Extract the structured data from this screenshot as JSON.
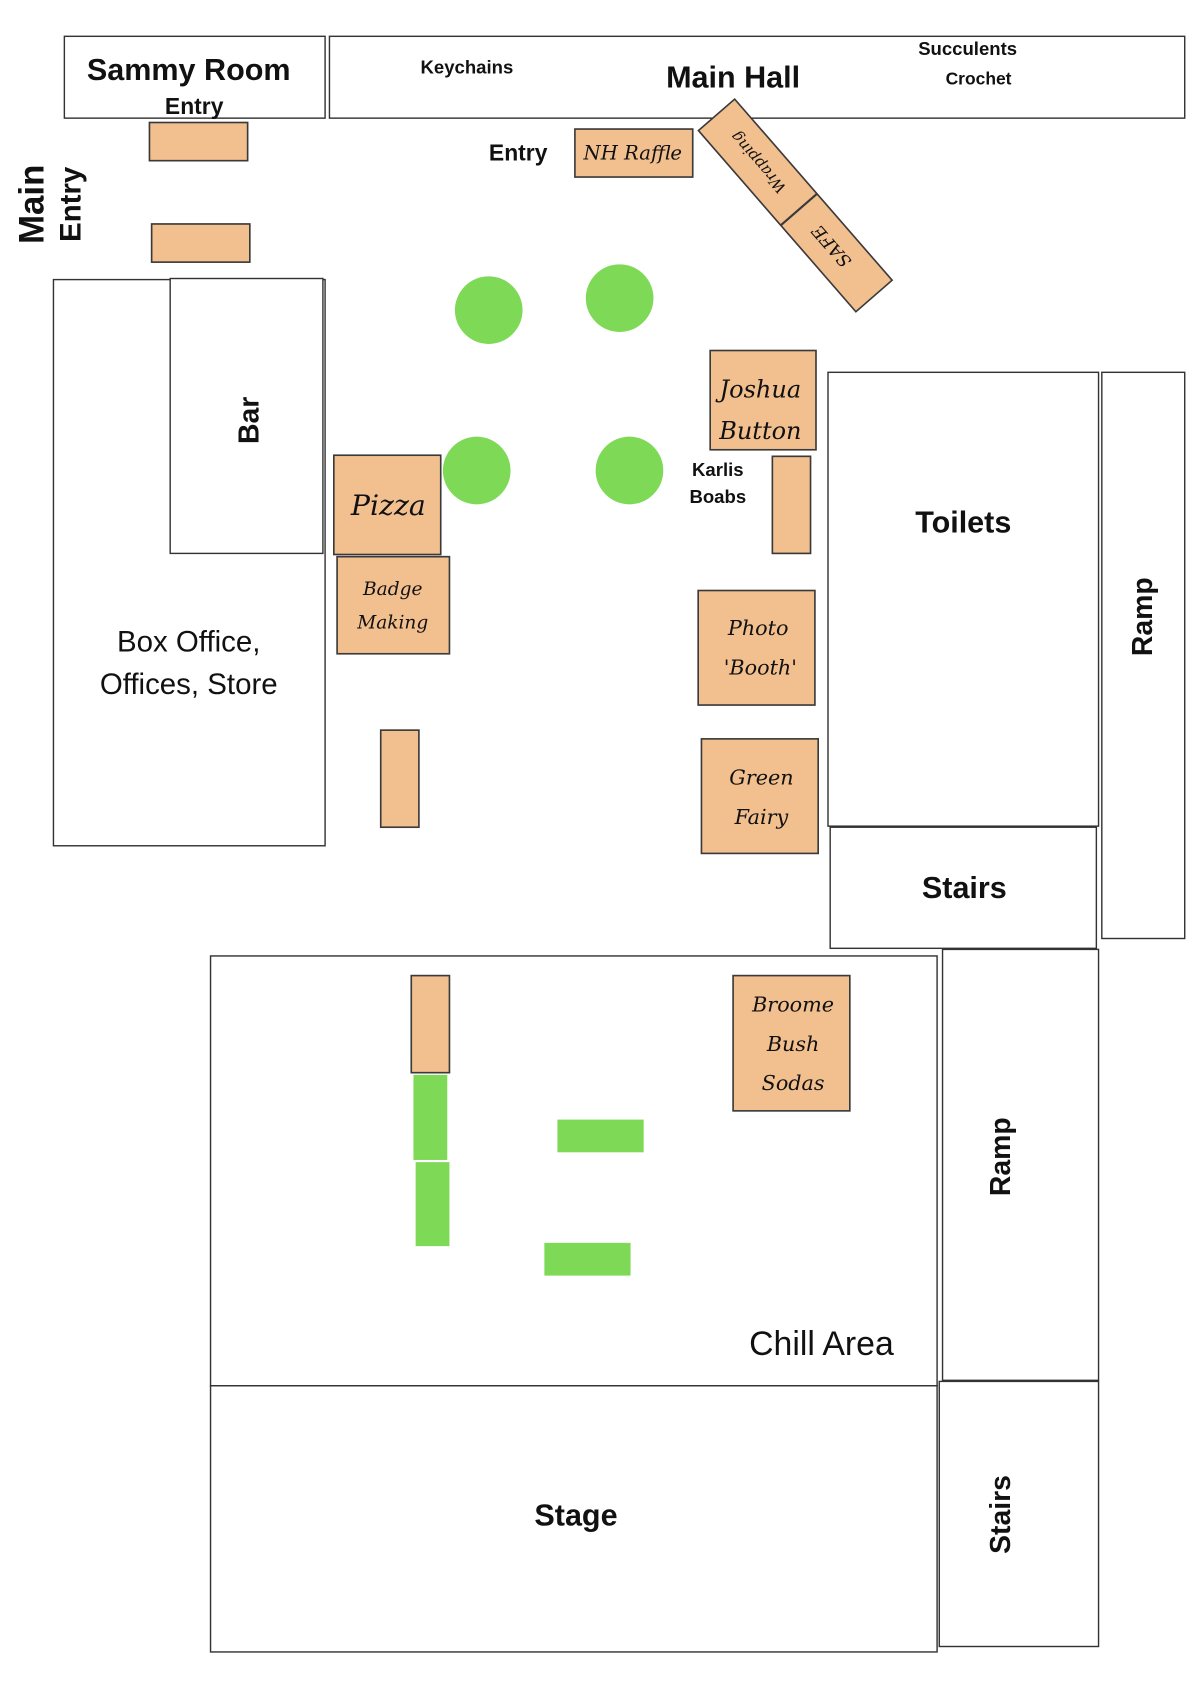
{
  "colors": {
    "stall": "#f2bf8f",
    "seating": "#7ed957",
    "outline": "#333333"
  },
  "rooms": {
    "sammy_room": "Sammy Room",
    "sammy_entry": "Entry",
    "main_hall": "Main Hall",
    "keychains": "Keychains",
    "succulents": "Succulents",
    "crochet": "Crochet",
    "main_entry_1": "Main",
    "main_entry_2": "Entry",
    "hall_entry": "Entry",
    "bar": "Bar",
    "box_office_1": "Box Office,",
    "box_office_2": "Offices, Store",
    "toilets": "Toilets",
    "ramp_upper": "Ramp",
    "stairs_upper": "Stairs",
    "ramp_lower": "Ramp",
    "stairs_lower": "Stairs",
    "chill_area": "Chill Area",
    "stage": "Stage"
  },
  "stalls": {
    "nh_raffle": "NH Raffle",
    "wrapping": "Wrapping",
    "safe": "SAFE",
    "joshua_1": "Joshua",
    "joshua_2": "Button",
    "karlis_1": "Karlis",
    "karlis_2": "Boabs",
    "pizza": "Pizza",
    "badge_1": "Badge",
    "badge_2": "Making",
    "photo_1": "Photo",
    "photo_2": "'Booth'",
    "fairy_1": "Green",
    "fairy_2": "Fairy",
    "broome_1": "Broome",
    "broome_2": "Bush",
    "broome_3": "Sodas"
  }
}
